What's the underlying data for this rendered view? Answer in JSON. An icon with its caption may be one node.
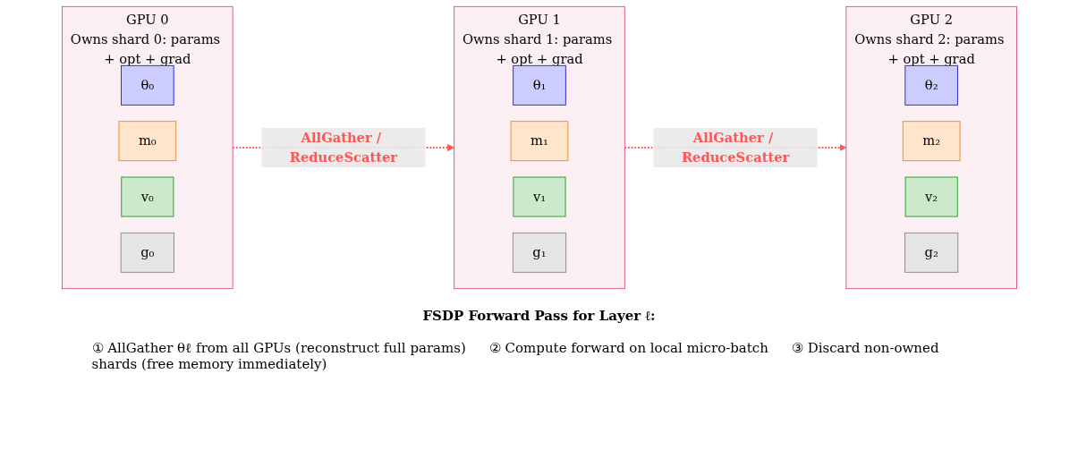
{
  "diagram": {
    "title": "FSDP Forward Pass for Layer ℓ:",
    "nodes": [
      {
        "text": [
          "GPU 0",
          "Owns shard 0: params + opt + grad"
        ]
      },
      {
        "text": [
          "θ₀"
        ],
        "in": 0
      },
      {
        "text": [
          "m₀"
        ],
        "in": 0
      },
      {
        "text": [
          "v₀"
        ],
        "in": 0
      },
      {
        "text": [
          "g₀"
        ],
        "in": 0
      },
      {
        "text": [
          "GPU 1",
          "Owns shard 1: params + opt + grad"
        ]
      },
      {
        "text": [
          "θ₁"
        ],
        "in": 5
      },
      {
        "text": [
          "m₁"
        ],
        "in": 5
      },
      {
        "text": [
          "v₁"
        ],
        "in": 5
      },
      {
        "text": [
          "g₁"
        ],
        "in": 5
      },
      {
        "text": [
          "GPU 2",
          "Owns shard 2: params + opt + grad"
        ]
      },
      {
        "text": [
          "θ₂"
        ],
        "in": 10
      },
      {
        "text": [
          "m₂"
        ],
        "in": 10
      },
      {
        "text": [
          "v₂"
        ],
        "in": 10
      },
      {
        "text": [
          "g₂"
        ],
        "in": 10
      }
    ],
    "edges": [
      {
        "from": 0,
        "to": 5,
        "arrow": "to",
        "label": "AllGather / ReduceScatter",
        "style": "dashed",
        "color": "#ff5555"
      },
      {
        "from": 5,
        "to": 10,
        "arrow": "to",
        "label": "AllGather / ReduceScatter",
        "style": "dashed",
        "color": "#ff5555"
      }
    ],
    "labels": [
      "① AllGather θℓ from all GPUs (reconstruct full params)",
      "② Compute forward on local micro-batch",
      "③ Discard non-owned shards (free memory immediately)"
    ]
  }
}
